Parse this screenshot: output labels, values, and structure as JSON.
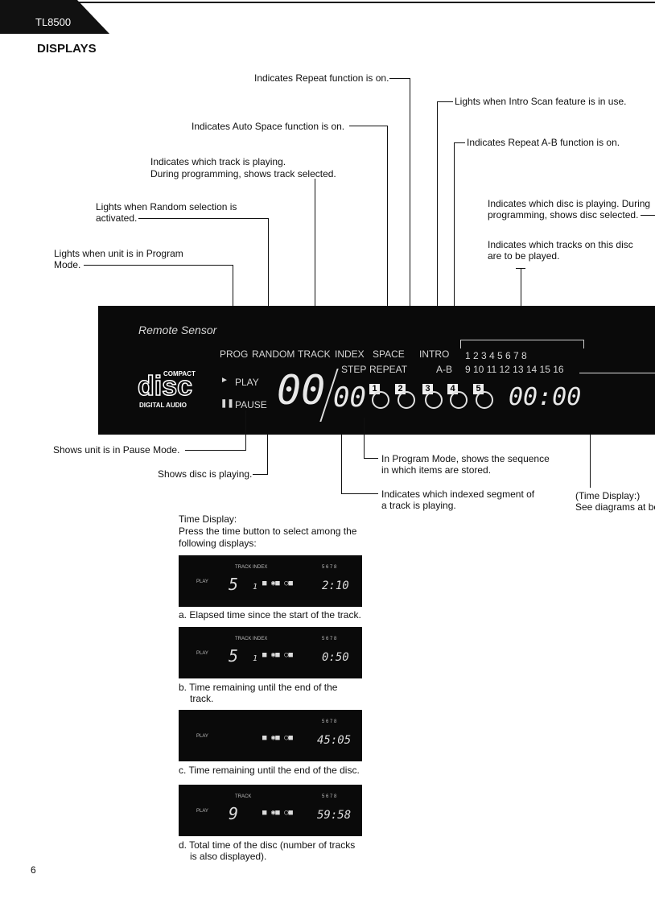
{
  "header": {
    "model": "TL8500",
    "section_title": "DISPLAYS"
  },
  "callouts": {
    "repeat": "Indicates Repeat function is on.",
    "intro_scan": "Lights when Intro Scan feature is in use.",
    "auto_space": "Indicates Auto Space function is on.",
    "repeat_ab": "Indicates Repeat A-B function is on.",
    "track_line1": "Indicates which track is playing.",
    "track_line2": "During programming, shows track selected.",
    "random_line1": "Lights when Random selection is",
    "random_line2": "activated.",
    "disc_line1": "Indicates which disc is playing.  During",
    "disc_line2": "programming, shows disc selected.",
    "program_line1": "Lights when unit is in Program",
    "program_line2": "Mode.",
    "tracks_line1": "Indicates which tracks on this disc",
    "tracks_line2": "are to be played.",
    "pause": "Shows unit is in Pause Mode.",
    "sequence_line1": "In Program Mode, shows the sequence",
    "sequence_line2": "in which items are stored.",
    "playing": "Shows disc is playing.",
    "index_line1": "Indicates which indexed segment of",
    "index_line2": "a track is playing.",
    "time_line1": "(Time Display:)",
    "time_line2": "See diagrams at be"
  },
  "panel": {
    "remote_sensor": "Remote Sensor",
    "indicators": [
      "PROG",
      "RANDOM",
      "TRACK",
      "INDEX",
      "SPACE",
      "INTRO"
    ],
    "step": "STEP",
    "repeat": "REPEAT",
    "ab": "A-B",
    "track_numbers_row1": "1   2   3   4   5   6   7   8",
    "track_numbers_row2": "9  10  11  12  13  14  15  16",
    "play": "PLAY",
    "pause": "PAUSE",
    "logo_compact": "COMPACT",
    "logo_disc": "disc",
    "logo_digital": "DIGITAL AUDIO",
    "track_digits": "00",
    "index_digits": "00",
    "time_digits": "00:00",
    "disc_numbers": [
      "1",
      "2",
      "3",
      "4",
      "5"
    ]
  },
  "time_display": {
    "intro_line1": "Time Display:",
    "intro_line2": "Press the time button to select among the",
    "intro_line3": "following displays:",
    "examples": [
      {
        "top_left": "TRACK  INDEX",
        "top_right": "5  6  7  8",
        "track": "5",
        "index": "1",
        "time": "2:10",
        "caption1": "a. Elapsed time since the start of the track.",
        "caption2": ""
      },
      {
        "top_left": "TRACK  INDEX",
        "top_right": "5  6  7  8",
        "track": "5",
        "index": "1",
        "time": "0:50",
        "caption1": "b. Time remaining until the end of the",
        "caption2": "track."
      },
      {
        "top_left": "",
        "top_right": "5  6  7  8",
        "track": "",
        "index": "",
        "time": "45:05",
        "caption1": "c. Time remaining until the end of the disc.",
        "caption2": ""
      },
      {
        "top_left": "TRACK",
        "top_right": "5  6  7  8",
        "track": "9",
        "index": "",
        "time": "59:58",
        "caption1": "d. Total time of the disc (number of tracks",
        "caption2": "is also displayed)."
      }
    ],
    "play_small": "PLAY",
    "nine_small": "9"
  },
  "page_number": "6"
}
